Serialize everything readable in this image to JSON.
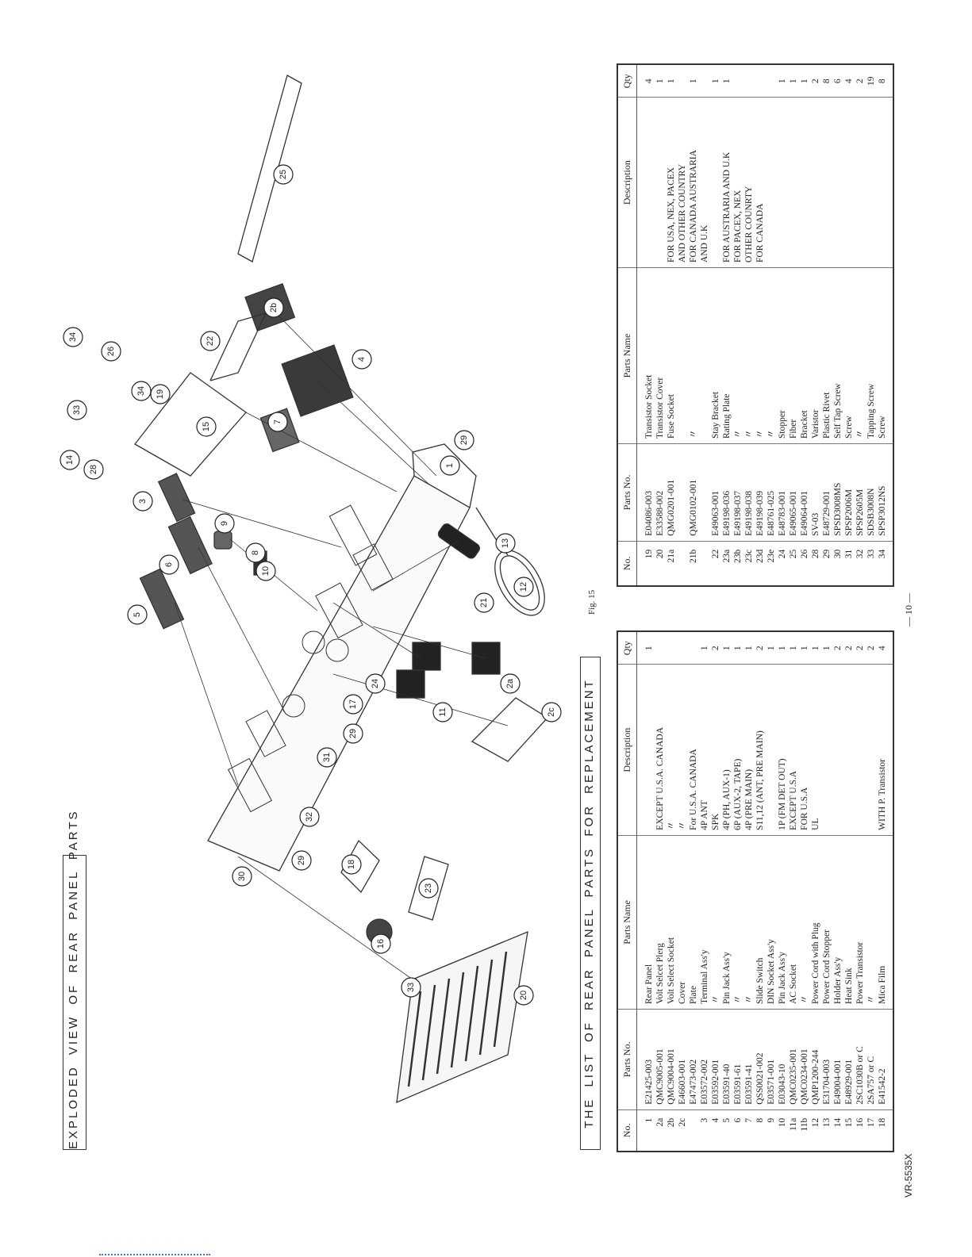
{
  "exploded_title": "EXPLODED VIEW OF REAR PANEL PARTS",
  "list_title": "THE LIST OF REAR PANEL PARTS FOR REPLACEMENT",
  "figure_label": "Fig. 15",
  "page_number": "— 10 —",
  "model": "VR-5535X",
  "table_headers": [
    "No.",
    "Parts No.",
    "Parts Name",
    "Description",
    "Qty"
  ],
  "left_table": [
    [
      "1",
      "E21425-003",
      "Rear Panel",
      "",
      "1"
    ],
    [
      "2a",
      "QMC9005-001",
      "Volt Selcet Plerg",
      "EXCEPT U.S.A. CANADA",
      ""
    ],
    [
      "2b",
      "QMC9004-001",
      "Volt Select Socket",
      "〃",
      ""
    ],
    [
      "2c",
      "E46603-001",
      "Cover",
      "〃",
      ""
    ],
    [
      "",
      "E47473-002",
      "Plate",
      "For U.S.A. CANADA",
      ""
    ],
    [
      "3",
      "E03572-002",
      "Terminal Ass'y",
      "4P ANT",
      "1"
    ],
    [
      "4",
      "E03592-001",
      "〃",
      "SPK",
      "2"
    ],
    [
      "5",
      "E03591-40",
      "Pin Jack Ass'y",
      "4P (PH, AUX-1)",
      "1"
    ],
    [
      "6",
      "E03591-61",
      "〃",
      "6P (AUX-2, TAPE)",
      "1"
    ],
    [
      "7",
      "E03591-41",
      "〃",
      "4P (PRE MAIN)",
      "1"
    ],
    [
      "8",
      "QSS0021-002",
      "Slide Switch",
      "S11,12 (ANT, PRE MAIN)",
      "2"
    ],
    [
      "9",
      "E03571-001",
      "DIN Socket Ass'y",
      "",
      "1"
    ],
    [
      "10",
      "E03043-10",
      "Pin Jack Ass'y",
      "1P (FM DET OUT)",
      "1"
    ],
    [
      "11a",
      "QMC0235-001",
      "AC Socket",
      "EXCEPT U.S.A",
      "1"
    ],
    [
      "11b",
      "QMC0234-001",
      "〃",
      "FOR U.S.A",
      "1"
    ],
    [
      "12",
      "QMP1200-244",
      "Power Cord with Plug",
      "UL",
      "1"
    ],
    [
      "13",
      "E31704-003",
      "Power Cord Stopper",
      "",
      "1"
    ],
    [
      "14",
      "E49004-001",
      "Holder Ass'y",
      "",
      "2"
    ],
    [
      "15",
      "E48929-001",
      "Heat Sink",
      "",
      "2"
    ],
    [
      "16",
      "2SC1030B or C",
      "Power Transistor",
      "",
      "2"
    ],
    [
      "17",
      "2SA757 or C",
      "〃",
      "",
      "2"
    ],
    [
      "18",
      "E41542-2",
      "Mica Film",
      "WITH P. Transistor",
      "4"
    ]
  ],
  "right_table": [
    [
      "19",
      "E04086-003",
      "Transistor Socket",
      "",
      "4"
    ],
    [
      "20",
      "E33588-002",
      "Transistor Cover",
      "",
      "1"
    ],
    [
      "21a",
      "QMG0201-001",
      "Fuse Socket",
      "FOR USA, NEX, PACEX",
      "1"
    ],
    [
      "",
      "",
      "",
      "AND OTHER COUNTRY",
      ""
    ],
    [
      "21b",
      "QMG0102-001",
      "〃",
      "FOR CANADA AUSTRARIA",
      "1"
    ],
    [
      "",
      "",
      "",
      "AND U.K",
      ""
    ],
    [
      "22",
      "E49063-001",
      "Stay Bracket",
      "",
      "1"
    ],
    [
      "23a",
      "E49198-036",
      "Rating Plate",
      "FOR AUSTRARIA AND U.K",
      "1"
    ],
    [
      "23b",
      "E49198-037",
      "〃",
      "FOR PACEX, NEX",
      ""
    ],
    [
      "23c",
      "E49198-038",
      "〃",
      "OTHER COUNRTY",
      ""
    ],
    [
      "23d",
      "E49198-039",
      "〃",
      "FOR CANADA",
      ""
    ],
    [
      "23e",
      "E48761-025",
      "〃",
      "",
      ""
    ],
    [
      "24",
      "E48783-001",
      "Stopper",
      "",
      "1"
    ],
    [
      "25",
      "E49065-001",
      "Fiber",
      "",
      "1"
    ],
    [
      "26",
      "E49064-001",
      "Bracket",
      "",
      "1"
    ],
    [
      "28",
      "SV-03",
      "Varistor",
      "",
      "2"
    ],
    [
      "29",
      "E48729-001",
      "Plastic Rivet",
      "",
      "8"
    ],
    [
      "30",
      "SPSD3008MS",
      "Self Tap Screw",
      "",
      "6"
    ],
    [
      "31",
      "SPSP2006M",
      "Screw",
      "",
      "4"
    ],
    [
      "32",
      "SPSP2605M",
      "〃",
      "",
      "2"
    ],
    [
      "33",
      "SDSB3008N",
      "Tapping Screw",
      "",
      "19"
    ],
    [
      "34",
      "SPSP3012NS",
      "Screw",
      "",
      "8"
    ]
  ],
  "diagram": {
    "callouts": [
      "5",
      "6",
      "3",
      "9",
      "10",
      "8",
      "14",
      "33",
      "34",
      "28",
      "34",
      "26",
      "19",
      "15",
      "22",
      "7",
      "4",
      "2b",
      "25",
      "1",
      "29",
      "13",
      "12",
      "21",
      "24",
      "11",
      "2a",
      "2c",
      "17",
      "29",
      "31",
      "32",
      "30",
      "29",
      "18",
      "23",
      "16",
      "33",
      "20"
    ]
  }
}
